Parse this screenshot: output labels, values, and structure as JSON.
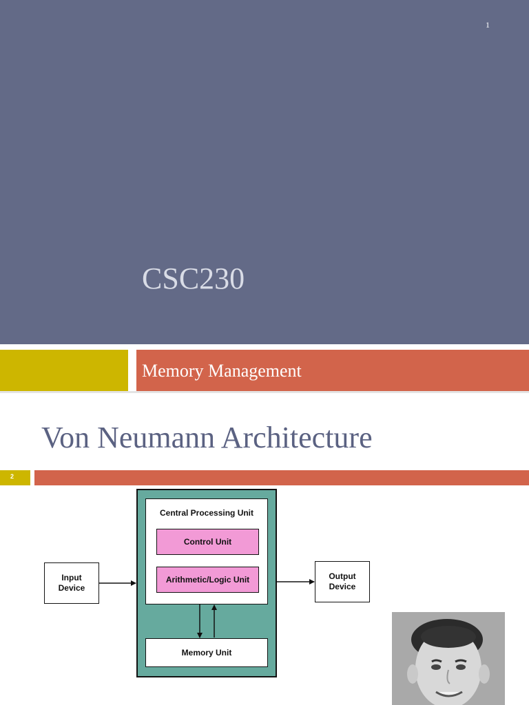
{
  "slide1": {
    "number": "1",
    "title": "CSC230",
    "subtitle": "Memory Management",
    "colors": {
      "background": "#636a87",
      "accent_gold": "#cdb600",
      "accent_orange": "#d2644b"
    }
  },
  "slide2": {
    "title": "Von Neumann Architecture",
    "number": "2",
    "diagram": {
      "cpu": "Central Processing Unit",
      "control_unit": "Control Unit",
      "alu": "Arithmetic/Logic Unit",
      "memory_unit": "Memory Unit",
      "input_line1": "Input",
      "input_line2": "Device",
      "output_line1": "Output",
      "output_line2": "Device",
      "colors": {
        "cpu_frame": "#66aa9e",
        "unit_fill": "#f29ad6"
      }
    },
    "photo": {
      "icon": "portrait-photo"
    }
  }
}
